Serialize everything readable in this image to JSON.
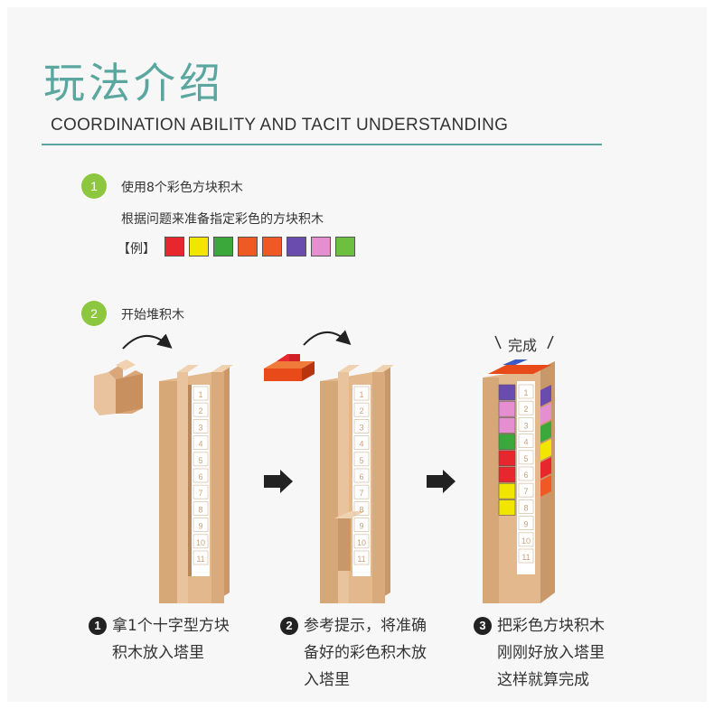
{
  "header": {
    "title": "玩法介绍",
    "subtitle": "COORDINATION ABILITY AND TACIT UNDERSTANDING"
  },
  "step1": {
    "number": "1",
    "line1": "使用8个彩色方块积木",
    "line2": "根据问题来准备指定彩色的方块积木",
    "example_label": "【例】",
    "swatches": [
      "#e8262d",
      "#f2e600",
      "#3aa83a",
      "#ef5a24",
      "#ef5a24",
      "#6a4cae",
      "#e68fd0",
      "#6cbf3f"
    ]
  },
  "step2": {
    "number": "2",
    "label": "开始堆积木"
  },
  "tower_numbers": [
    "1",
    "2",
    "3",
    "4",
    "5",
    "6",
    "7",
    "8",
    "9",
    "10",
    "11"
  ],
  "done_label": "完成",
  "captions": [
    {
      "num": "1",
      "lines": [
        "拿1个十字型方块",
        "积木放入塔里"
      ]
    },
    {
      "num": "2",
      "lines": [
        "参考提示，将准确",
        "备好的彩色积木放",
        "入塔里"
      ]
    },
    {
      "num": "3",
      "lines": [
        "把彩色方块积木",
        "刚刚好放入塔里",
        "这样就算完成"
      ]
    }
  ],
  "colors": {
    "accent": "#5aa7a0",
    "step_green": "#8dc63f",
    "wood": "#e2b88c"
  }
}
